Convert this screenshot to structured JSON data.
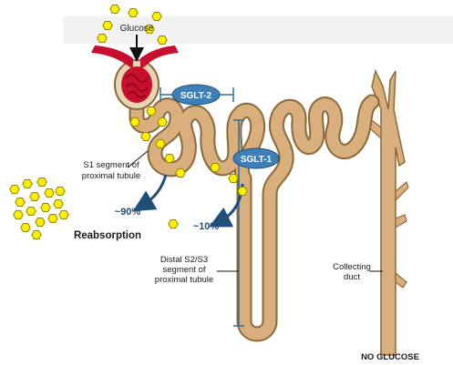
{
  "labels": {
    "glucose": "Glucose",
    "sglt2": "SGLT-2",
    "sglt1": "SGLT-1",
    "s1_line1": "S1 segment of",
    "s1_line2": "proximal tubule",
    "pct90": "~90%",
    "pct10": "~10%",
    "reabsorption": "Reabsorption",
    "distal_line1": "Distal S2/S3",
    "distal_line2": "segment of",
    "distal_line3": "proximal tubule",
    "collecting_line1": "Collecting",
    "collecting_line2": "duct",
    "no_glucose": "NO GLUCOSE"
  },
  "colors": {
    "tubule": "#d9b07d",
    "tubule_outline": "#8a6a3a",
    "glucose": "#ffee00",
    "glucose_outline": "#8a8a00",
    "vessel": "#c8102e",
    "pill": "#3f7fb8",
    "arrow": "#1f4e79",
    "bracket": "#2f6ea3"
  }
}
